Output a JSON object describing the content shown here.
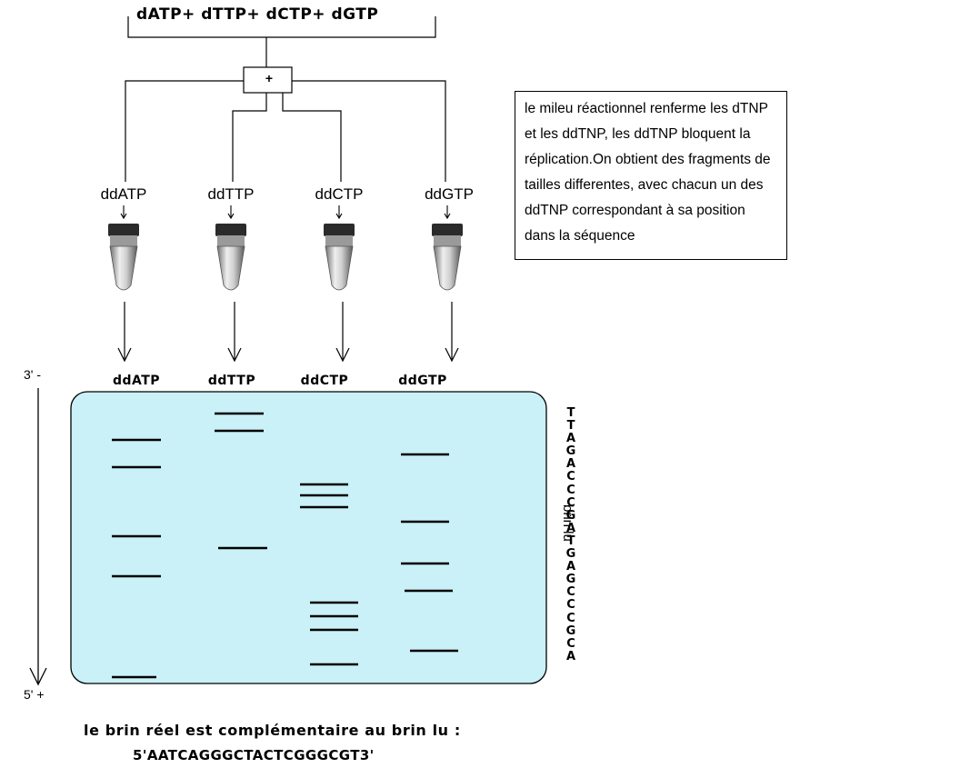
{
  "diagram": {
    "nucleotides_mix": "dATP+ dTTP+ dCTP+ dGTP",
    "mix_symbol": "+",
    "reagents": [
      "ddATP",
      "ddTTP",
      "ddCTP",
      "ddGTP"
    ],
    "explanation": "le mileu réactionnel renferme les dTNP et les ddTNP, les ddTNP bloquent la réplication.On  obtient des fragments de tailles differentes, avec chacun un  des ddTNP correspondant à sa position dans la séquence",
    "explanation_lines": [
      "le mileu réactionnel renferme les dTNP",
      "et les ddTNP, les ddTNP bloquent la",
      "réplication.On  obtient des fragments de",
      "tailles differentes, avec chacun un  des",
      "ddTNP correspondant à sa position",
      "dans la séquence"
    ],
    "gel": {
      "column_labels": [
        "ddATP",
        "ddTTP",
        "ddCTP",
        "ddGTP"
      ],
      "end_top": "3' -",
      "end_bottom": "5' +",
      "read_strand_sequence": [
        "T",
        "T",
        "A",
        "G",
        "A",
        "C",
        "C",
        "C",
        "G",
        "A",
        "T",
        "G",
        "A",
        "G",
        "C",
        "C",
        "C",
        "G",
        "C",
        "A"
      ],
      "read_strand_label": "brin lu",
      "background_color": "#c9f1f7"
    },
    "conclusion": "le brin réel est complémentaire au brin lu :",
    "real_strand": "5'AATCAGGGCTACTCGGGCGT3'"
  }
}
